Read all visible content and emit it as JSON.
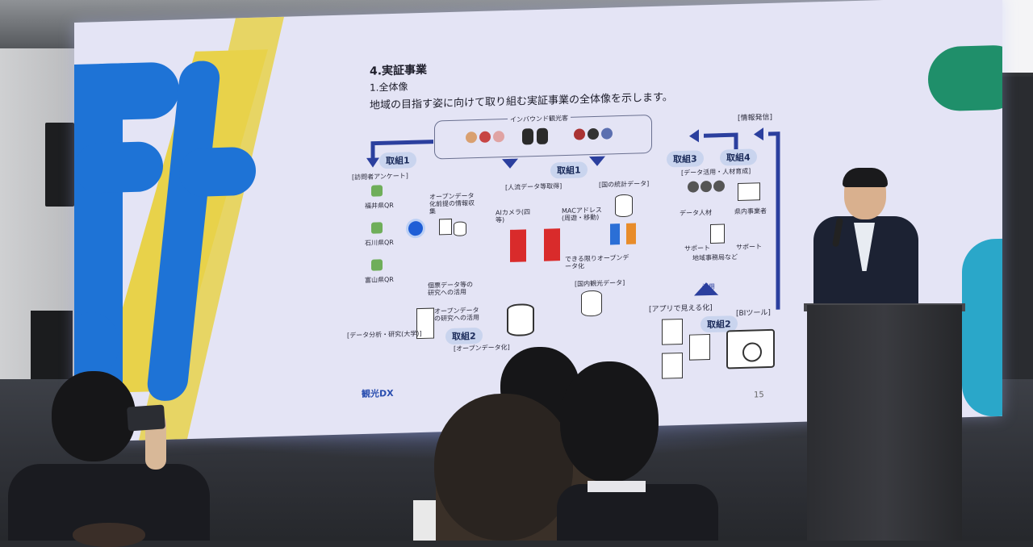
{
  "slide": {
    "section": "4.実証事業",
    "subsection": "1.全体像",
    "lead": "地域の目指す姿に向けて取り組む実証事業の全体像を示します。",
    "inbound_label": "インバウンド観光客",
    "info_label": "[情報発信]",
    "tag_1a": "取組1",
    "tag_1b": "取組1",
    "tag_2a": "取組2",
    "tag_2b": "取組2",
    "tag_3": "取組3",
    "tag_4": "取組4",
    "survey_label": "[訪問者アンケート]",
    "qr_fukui": "福井県QR",
    "qr_ishikawa": "石川県QR",
    "qr_toyama": "富山県QR",
    "opendata_collect": "オープンデータ化前提の情報収集",
    "flow_label": "[人流データ等取得]",
    "ai_camera": "AIカメラ(四等)",
    "mac_address": "MACアドレス(周遊・移動)",
    "national_stats": "[国の統計データ]",
    "open_possible": "できる限りオープンデータ化",
    "personal_data": "個票データ等の研究への活用",
    "opendata_research": "オープンデータの研究への活用",
    "analysis_label": "[データ分析・研究(大学)]",
    "opendata_label": "[オープンデータ化]",
    "domestic_data": "[国内観光データ]",
    "utilize_label": "[データ活用・人材育成]",
    "data_talent": "データ人材",
    "local_business": "県内事業者",
    "support_left": "サポート",
    "support_right": "サポート",
    "regional_org": "地域事務局など",
    "utilize": "活用",
    "app_visual": "[アプリで見える化]",
    "bi_tool": "[BIツール]",
    "footer_logo": "観光DX",
    "page_number": "15"
  },
  "colors": {
    "screen_bg": "#e4e4f5",
    "brand_blue": "#1e73d6",
    "brand_yellow": "#e8d24a",
    "brand_green": "#1f8f6a",
    "arrow_navy": "#2b3f9e",
    "bar_red": "#d92b2b"
  }
}
